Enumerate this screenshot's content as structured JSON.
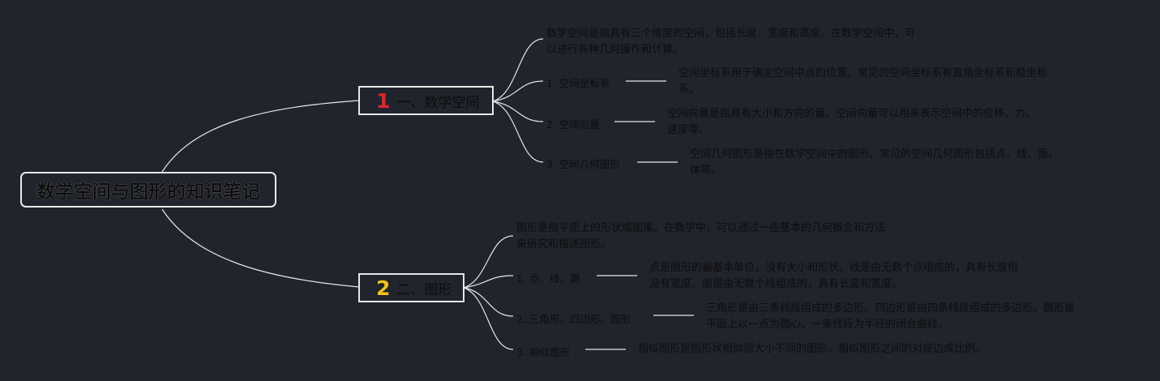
{
  "root": {
    "title": "数学空间与图形的知识笔记"
  },
  "branches": [
    {
      "number": "1",
      "number_color": "#e5232a",
      "label": "一、数学空间",
      "intro": [
        "数学空间是指具有三个维度的空间，包括长度、宽度和高度。在数学空间中，可",
        "以进行各种几何操作和计算。"
      ],
      "items": [
        {
          "label": "1. 空间坐标系",
          "desc": [
            "空间坐标系用于确定空间中点的位置。常见的空间坐标系有直角坐标系和极坐标",
            "系。"
          ]
        },
        {
          "label": "2. 空间向量",
          "desc": [
            "空间向量是指具有大小和方向的量。空间向量可以用来表示空间中的位移、力、",
            "速度等。"
          ]
        },
        {
          "label": "3. 空间几何图形",
          "desc": [
            "空间几何图形是指在数学空间中的图形。常见的空间几何图形包括点、线、面、",
            "体等。"
          ]
        }
      ]
    },
    {
      "number": "2",
      "number_color": "#f2c418",
      "label": "二、图形",
      "intro": [
        "图形是指平面上的形状或图案。在数学中，可以通过一些基本的几何概念和方法",
        "来研究和描述图形。"
      ],
      "items": [
        {
          "label": "1. 点、线、面",
          "desc": [
            "点是图形的最基本单位，没有大小和形状。线是由无数个点组成的，具有长度但",
            "没有宽度。面是由无数个线组成的，具有长度和宽度。"
          ]
        },
        {
          "label": "2. 三角形、四边形、圆形",
          "desc": [
            "三角形是由三条线段组成的多边形。四边形是由四条线段组成的多边形。圆形是",
            "平面上以一点为圆心、一条线段为半径的闭合曲线。"
          ]
        },
        {
          "label": "3. 相似图形",
          "desc": [
            "相似图形是指形状相似但大小不同的图形。相似图形之间的对应边成比例。"
          ]
        }
      ]
    }
  ],
  "colors": {
    "background": "#1f242d",
    "line": "#e8e8e8",
    "text": "#0d0d0d"
  }
}
